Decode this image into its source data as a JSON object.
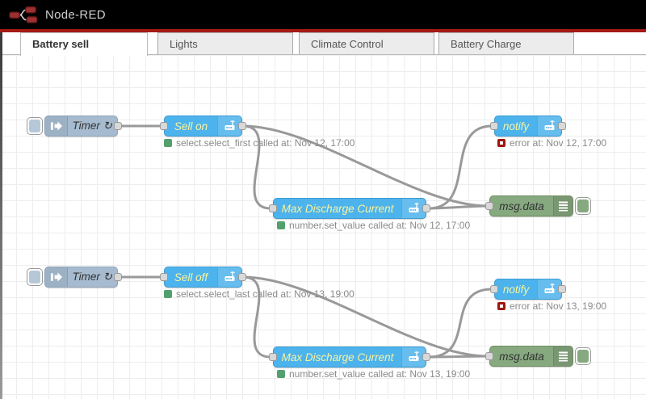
{
  "header": {
    "title": "Node-RED",
    "logo": "node-red-logo"
  },
  "tabs": [
    {
      "label": "Battery sell",
      "active": true
    },
    {
      "label": "Lights",
      "active": false
    },
    {
      "label": "Climate Control",
      "active": false
    },
    {
      "label": "Battery Charge",
      "active": false
    }
  ],
  "canvas": {
    "groups": [
      {
        "timer": {
          "label": "Timer ↻"
        },
        "trigger": {
          "label": "Sell on",
          "status_text": "select.select_first called at: Nov 12, 17:00",
          "status_state": "ok"
        },
        "notify": {
          "label": "notify",
          "status_text": "error at: Nov 12, 17:00",
          "status_state": "error"
        },
        "set_value": {
          "label": "Max Discharge Current",
          "status_text": "number.set_value called at: Nov 12, 17:00",
          "status_state": "ok"
        },
        "debug": {
          "label": "msg.data"
        }
      },
      {
        "timer": {
          "label": "Timer ↻"
        },
        "trigger": {
          "label": "Sell off",
          "status_text": "select.select_last called at: Nov 13, 19:00",
          "status_state": "ok"
        },
        "notify": {
          "label": "notify",
          "status_text": "error at: Nov 13, 19:00",
          "status_state": "error"
        },
        "set_value": {
          "label": "Max Discharge Current",
          "status_text": "number.set_value called at: Nov 13, 19:00",
          "status_state": "ok"
        },
        "debug": {
          "label": "msg.data"
        }
      }
    ]
  },
  "colors": {
    "header_bg": "#000000",
    "header_red_bar": "#a31b14",
    "node_blue": "#4db3ec",
    "node_inject_gray": "#a6bbcf",
    "node_debug_green": "#87a980",
    "node_label_yellow": "#faf3a0",
    "wire_gray": "#999999",
    "status_ok_green": "#53a06e",
    "status_error_red": "#9e1511",
    "logo_red": "#9c3030"
  }
}
